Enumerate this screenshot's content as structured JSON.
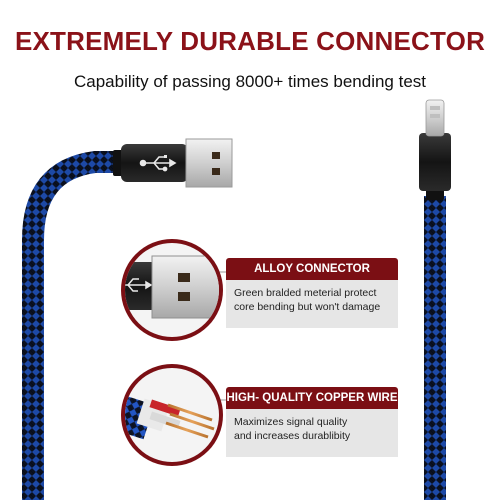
{
  "headline": "EXTREMELY DURABLE CONNECTOR",
  "subline": "Capability of passing 8000+ times bending test",
  "callouts": [
    {
      "title": "ALLOY CONNECTOR",
      "lines": [
        "Green bralded meterial protect",
        "core bending but won't damage"
      ]
    },
    {
      "title": "HIGH- QUALITY COPPER WIRE",
      "lines": [
        "Maximizes signal quality",
        "and increases durablibity"
      ]
    }
  ],
  "colors": {
    "accent": "#8b1219",
    "band": "#7b0f14",
    "braid_blue": "#1f4fb5",
    "braid_dark": "#0d1426",
    "connector": "#1a1a1a",
    "metal": "#d9d9d9"
  }
}
